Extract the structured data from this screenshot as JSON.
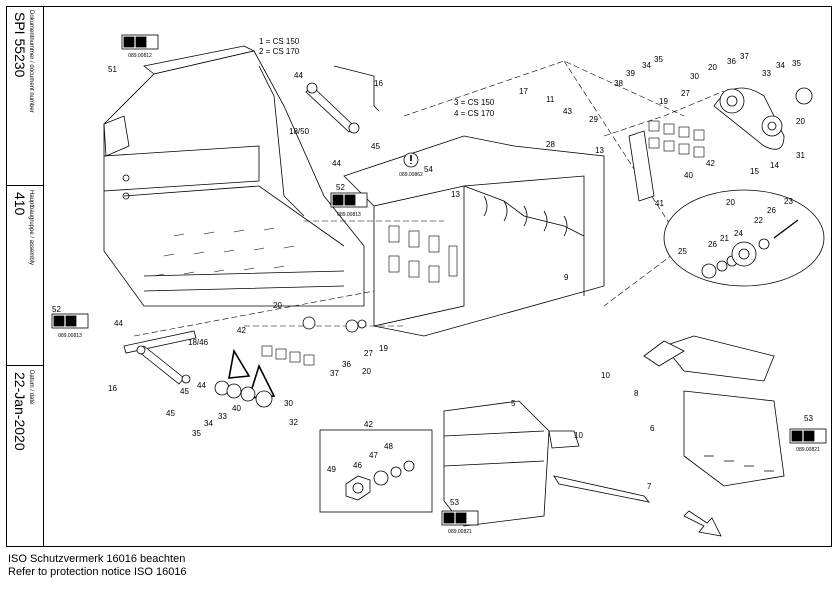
{
  "title_block": {
    "doc_number_label": "Dokumentnummer / document number",
    "doc_number": "SPI 55230",
    "assembly_label": "Hauptbaugruppe / assembly",
    "assembly": "410",
    "date_label": "Datum / date",
    "date": "22-Jan-2020"
  },
  "variant_notes": {
    "top": [
      "1 = CS 150",
      "2 = CS 170"
    ],
    "middle": [
      "3 = CS 150",
      "4 = CS 170"
    ]
  },
  "warning_labels": {
    "label_51": "089.00812",
    "label_54": "089.00862",
    "label_52a": "089.00813",
    "label_52b": "089.00813",
    "label_53a": "089.00821",
    "label_53b": "089.00821"
  },
  "callouts": {
    "c51": "51",
    "c44a": "44",
    "c16a": "16",
    "c1850": "18/50",
    "c44b": "44",
    "c45a": "45",
    "c52a": "52",
    "c52b": "52",
    "c54": "54",
    "c17": "17",
    "c11": "11",
    "c43": "43",
    "c29": "29",
    "c28": "28",
    "c13a": "13",
    "c13b": "13",
    "c9": "9",
    "c39": "39",
    "c34a": "34",
    "c35a": "35",
    "c38": "38",
    "c19a": "19",
    "c27a": "27",
    "c30a": "30",
    "c20a": "20",
    "c36a": "36",
    "c37": "37",
    "c33": "33",
    "c34b": "34",
    "c35b": "35",
    "c20b": "20",
    "c31": "31",
    "c14": "14",
    "c15": "15",
    "c42a": "42",
    "c40a": "40",
    "c41": "41",
    "c20c": "20",
    "c23": "23",
    "c26a": "26",
    "c22": "22",
    "c24": "24",
    "c21": "21",
    "c26b": "26",
    "c25": "25",
    "c44c": "44",
    "c1846": "18/46",
    "c16b": "16",
    "c45b": "45",
    "c45c": "45",
    "c44d": "44",
    "c35c": "35",
    "c34c": "34",
    "c33b": "33",
    "c40b": "40",
    "c30b": "30",
    "c32": "32",
    "c42b": "42",
    "c20d": "20",
    "c36b": "36",
    "c27b": "27",
    "c19b": "19",
    "c20e": "20",
    "c37b": "37",
    "c42c": "42",
    "c49": "49",
    "c46": "46",
    "c47": "47",
    "c48": "48",
    "c5": "5",
    "c10a": "10",
    "c7": "7",
    "c53a": "53",
    "c10b": "10",
    "c8": "8",
    "c6": "6",
    "c53b": "53"
  },
  "footer": {
    "line1": "ISO Schutzvermerk 16016 beachten",
    "line2": "Refer to protection notice ISO 16016"
  }
}
